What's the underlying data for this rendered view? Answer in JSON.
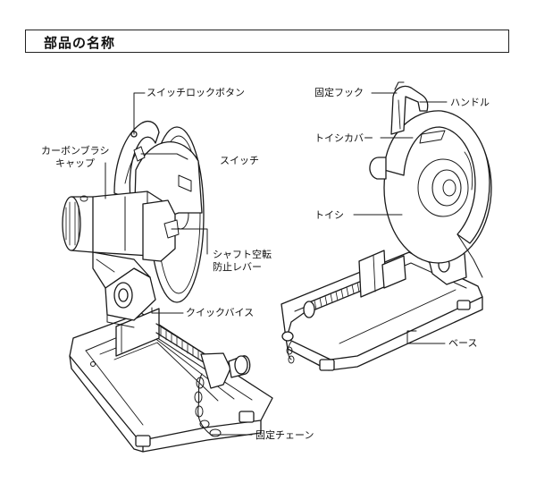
{
  "section": {
    "title": "部品の名称"
  },
  "labels": {
    "switch_lock_button": "スイッチロックボタン",
    "carbon_brush_cap_1": "カーボンブラシ",
    "carbon_brush_cap_2": "キャップ",
    "switch": "スイッチ",
    "shaft_lock_1": "シャフト空転",
    "shaft_lock_2": "防止レバー",
    "quick_vise": "クイックバイス",
    "fixing_chain": "固定チェーン",
    "fixing_hook": "固定フック",
    "handle": "ハンドル",
    "wheel_cover": "トイシカバー",
    "wheel": "トイシ",
    "base": "ベース"
  }
}
